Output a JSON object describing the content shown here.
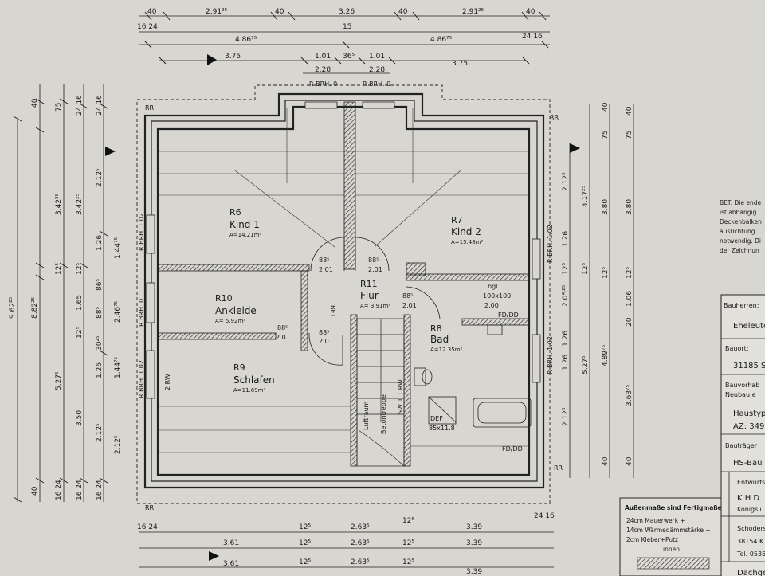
{
  "dimensions": {
    "top_row1": [
      "40",
      "2.91²⁵",
      "40",
      "3.26",
      "40",
      "2.91²⁵",
      "40"
    ],
    "top_row2": [
      "16 24",
      "15",
      "24 16"
    ],
    "top_row3": [
      "4.86⁷⁵",
      "4.86⁷⁵"
    ],
    "top_row4": [
      "3.75",
      "1.01",
      "36⁵",
      "1.01",
      "3.75"
    ],
    "top_row5": [
      "2.28",
      "2.28"
    ],
    "bottom_row1": [
      "16 24",
      "12⁵",
      "2.63⁵",
      "12⁵",
      "3.39",
      "24 16"
    ],
    "bottom_row2": [
      "3.61",
      "12⁵",
      "2.63⁵",
      "12⁵",
      "3.39"
    ],
    "bottom_row3": [
      "3.61",
      "12⁵",
      "2.63⁵",
      "12⁵",
      "3.39"
    ],
    "left_outer": [
      "9.62²⁵",
      "8.82²⁵"
    ],
    "left_col1": [
      "40",
      "75",
      "3.42²⁵",
      "12⁵",
      "5.27⁵",
      "3.50",
      "2.12⁵",
      "40",
      "16 24"
    ],
    "left_col2": [
      "24 16",
      "3.42²⁵",
      "12⁵",
      "1.65",
      "12⁵",
      "3.50",
      "16 24"
    ],
    "left_col3": [
      "24 16",
      "2.12⁵",
      "1.26",
      "1.44⁷⁵",
      "86⁵",
      "88⁵",
      "2.46⁷⁵",
      "30²⁵",
      "1.26",
      "1.44⁷⁵",
      "2.12⁵",
      "16 24"
    ],
    "right_col1": [
      "2.12⁵",
      "1.26",
      "12⁵",
      "2.05²⁵",
      "1.26",
      "1.26",
      "2.12⁵"
    ],
    "right_col2": [
      "4.17²⁵",
      "12⁵",
      "5.27⁵"
    ],
    "right_col3": [
      "40",
      "75",
      "3.80",
      "12⁵",
      "4.89⁷⁵",
      "40"
    ],
    "right_col4": [
      "40",
      "75",
      "3.80",
      "12⁵",
      "1.06",
      "20",
      "3.63⁷⁵",
      "40"
    ]
  },
  "rooms": [
    {
      "num": "R6",
      "name": "Kind 1",
      "area": "A=14.21m²"
    },
    {
      "num": "R7",
      "name": "Kind 2",
      "area": "A=15.48m²"
    },
    {
      "num": "R10",
      "name": "Ankleide",
      "area": "A= 5.92m²"
    },
    {
      "num": "R11",
      "name": "Flur",
      "area": "A= 3.91m²"
    },
    {
      "num": "R8",
      "name": "Bad",
      "area": "A=12.35m²"
    },
    {
      "num": "R9",
      "name": "Schlafen",
      "area": "A=11.69m²"
    }
  ],
  "labels": {
    "rr": "RR",
    "r_brh_top1": "R BRH. 0",
    "r_brh_top2": "R BRH. 0",
    "r_brh_left1": "R BRH. 1.02",
    "r_brh_left2": "R BRH. 0",
    "r_brh_left3": "R BRH. 1.02",
    "r_brh_right1": "R BRH. 1.02",
    "r_brh_right2": "R BRH. 1.02",
    "door_885": "88⁵",
    "door_201": "2.01",
    "bet": "BET",
    "bgl": "bgl.",
    "bgl_size": "100x100",
    "bgl_h": "2.00",
    "fd": "FD/DD",
    "fd700": "FD/DD",
    "def": "DEF",
    "def_size": "85x11.8",
    "stair1": "Luftraum",
    "stair2": "Betontreppe",
    "rw": "2 RW",
    "sw": "SW 1.1 RW"
  },
  "side_note": {
    "lines": [
      "BET: Die ende",
      "ist abhängig",
      "Deckenbalken",
      "ausrichtung.",
      "notwendig. Di",
      "der Zeichnun"
    ]
  },
  "legend": {
    "title": "Außenmaße sind Fertigmaße !",
    "lines": [
      "24cm Mauerwerk +",
      "14cm Wärmedämmstärke +",
      "2cm Kleber+Putz"
    ],
    "inner": "innen"
  },
  "title_block": {
    "rows": [
      {
        "label": "Bauherren:",
        "value": "Eheleute"
      },
      {
        "label": "Bauort:",
        "value": "31185 S"
      },
      {
        "label": "Bauvorhab",
        "value": "Neubau e"
      },
      {
        "label": "Haustyp",
        "value": "AZ: 349"
      },
      {
        "label": "Bauträger",
        "value": "HS-Bau"
      },
      {
        "label": "Entwurfsv",
        "value": "K H D"
      },
      {
        "label": "Königslu",
        "value": ""
      },
      {
        "label": "Schoders",
        "value": "38154 K"
      },
      {
        "label": "Tel. 0535",
        "value": ""
      },
      {
        "label": "Dachge",
        "value": ""
      }
    ]
  },
  "colors": {
    "paper": "#d8d6d0",
    "ink": "#1a1a1a",
    "hatch": "#555555"
  }
}
